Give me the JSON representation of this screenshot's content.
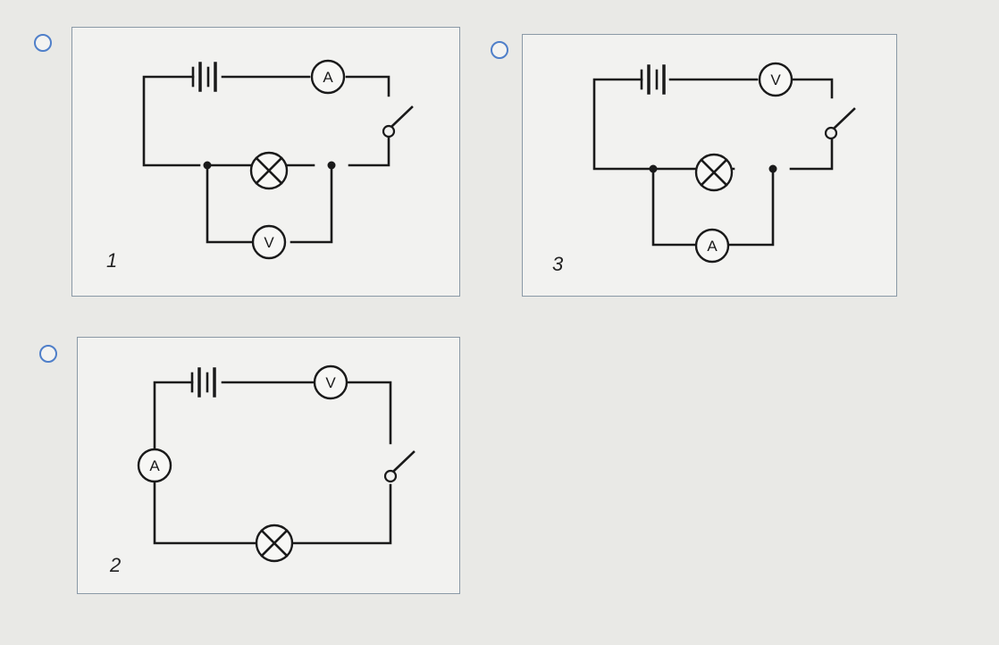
{
  "options": [
    {
      "number": "1",
      "meters": {
        "top": "A",
        "bottom": "V"
      }
    },
    {
      "number": "3",
      "meters": {
        "top": "V",
        "bottom": "A"
      }
    },
    {
      "number": "2",
      "meters": {
        "top": "V",
        "left": "A"
      }
    }
  ],
  "colors": {
    "radio_border": "#4f7fc9",
    "card_border": "#8a99a6",
    "background": "#e9e9e6"
  }
}
